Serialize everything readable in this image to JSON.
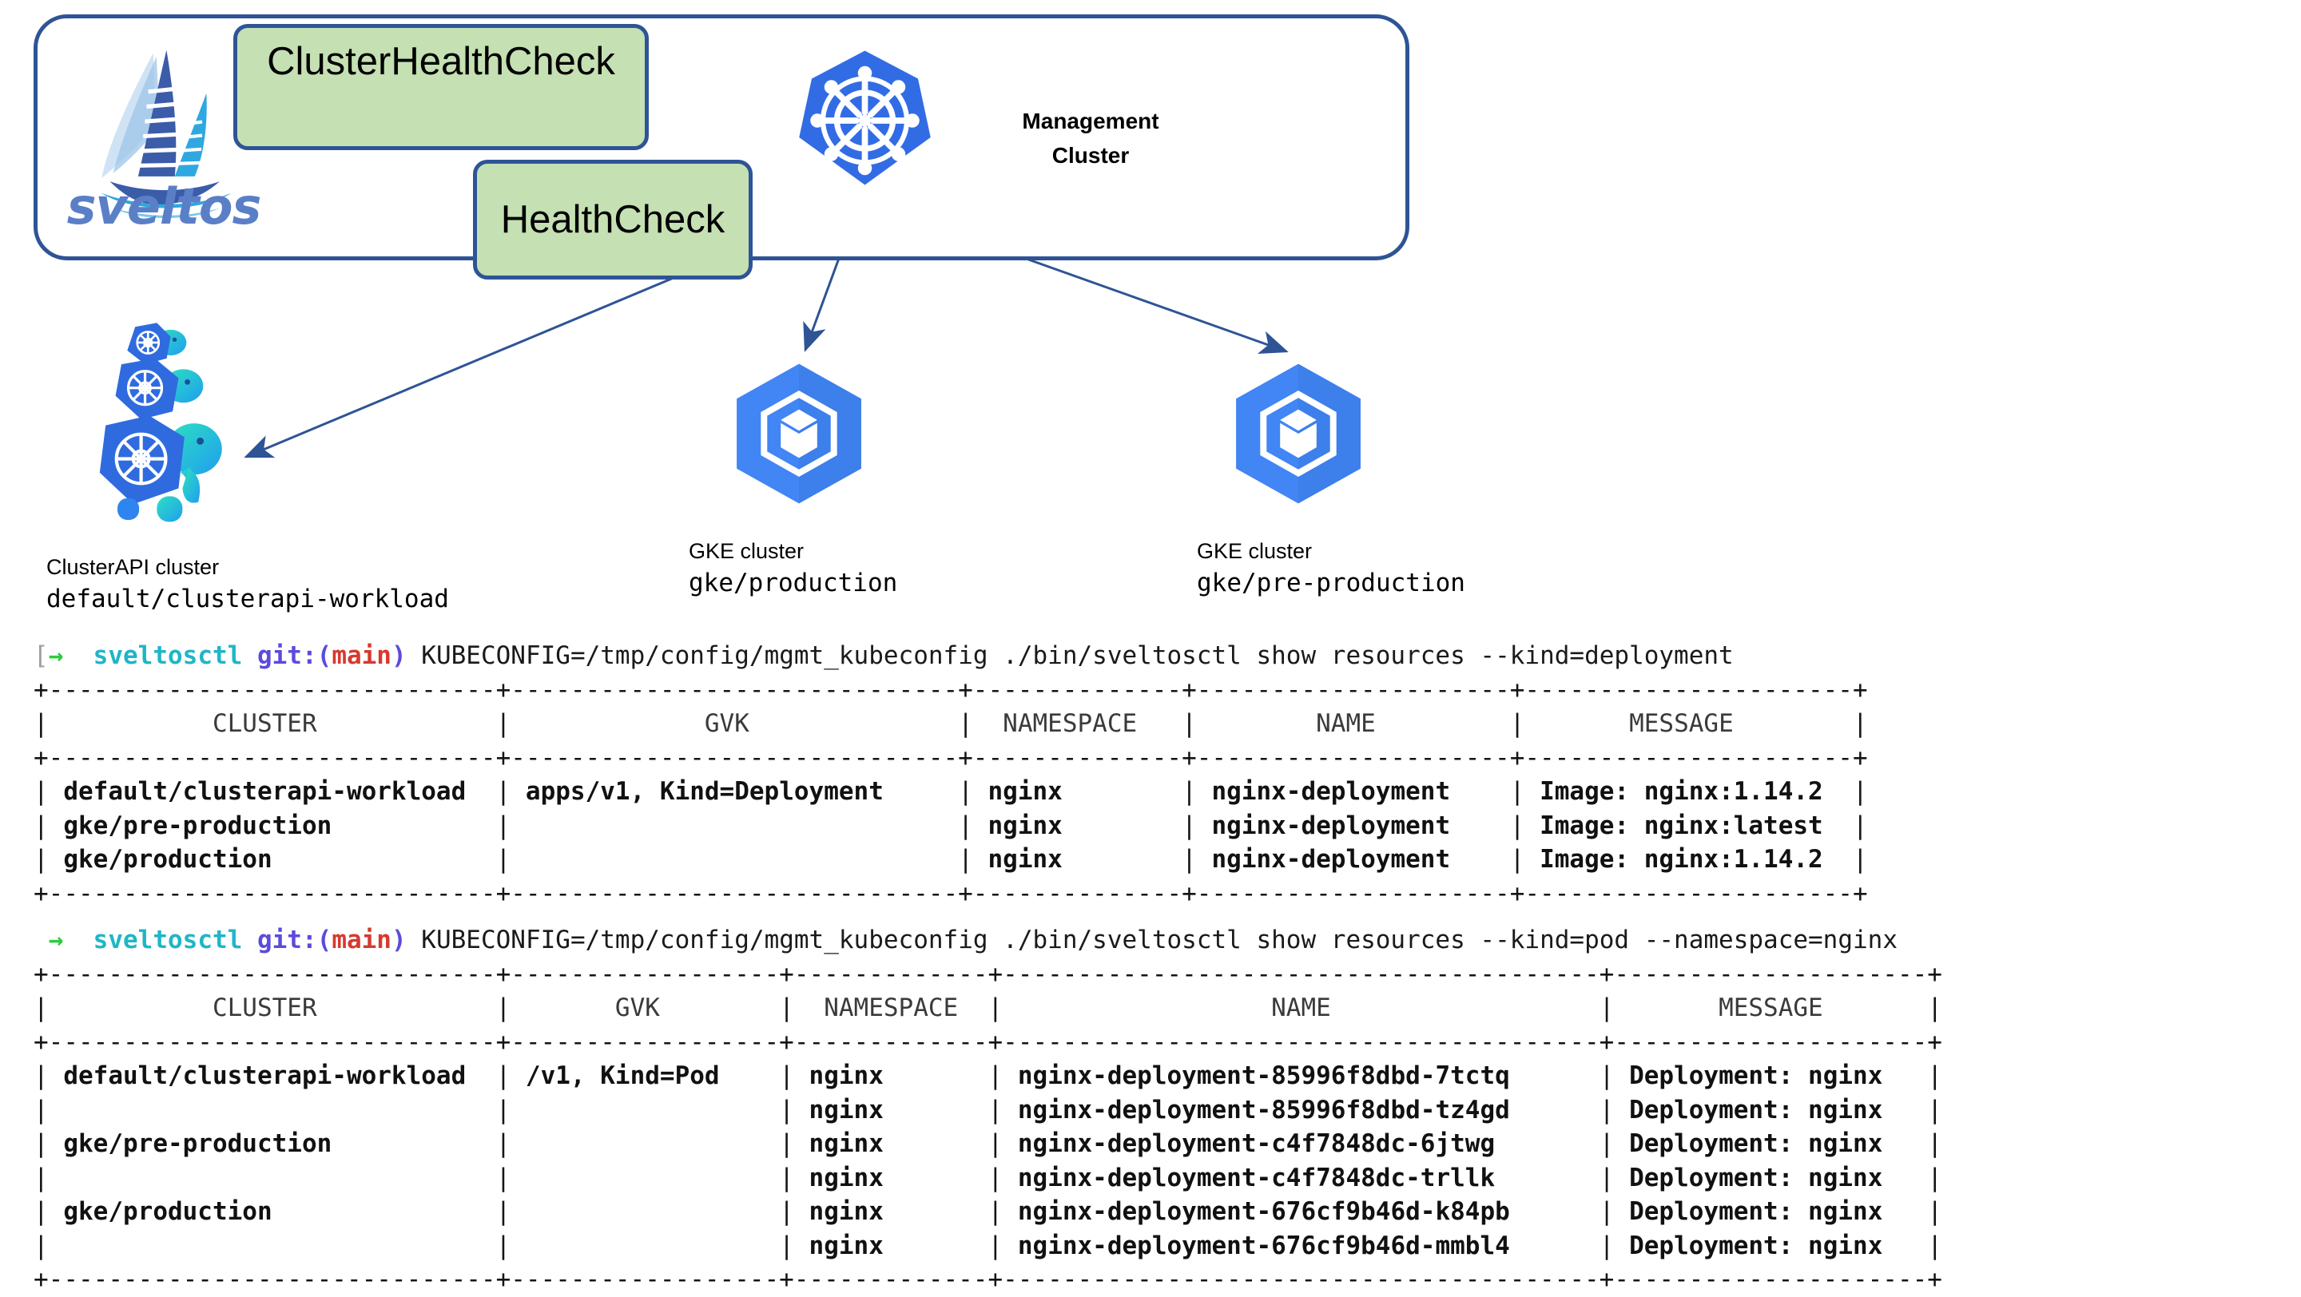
{
  "diagram": {
    "management_cluster": {
      "label_line1": "Management",
      "label_line2": "Cluster",
      "icon": "kubernetes-icon"
    },
    "brand": {
      "name": "sveltos",
      "icon": "sailboat-logo"
    },
    "boxes": [
      {
        "id": "clusterhealthcheck",
        "label": "ClusterHealthCheck"
      },
      {
        "id": "healthcheck",
        "label": "HealthCheck"
      }
    ],
    "clusters": [
      {
        "id": "clusterapi-workload",
        "kind": "ClusterAPI cluster",
        "name": "default/clusterapi-workload",
        "icon": "cluster-api-turtle-icon"
      },
      {
        "id": "gke-production",
        "kind": "GKE cluster",
        "name": "gke/production",
        "icon": "gke-hexagon-icon"
      },
      {
        "id": "gke-pre-production",
        "kind": "GKE cluster",
        "name": "gke/pre-production",
        "icon": "gke-hexagon-icon"
      }
    ],
    "colors": {
      "box_fill": "#c5e0b3",
      "box_border": "#2e5496",
      "arrow": "#4472c4",
      "connector": "#2e5496",
      "kubernetes_blue": "#326ce5",
      "gke_blue": "#4285f4",
      "capi_teal": "#2ee0c0",
      "sveltos_blue": "#5b7fc7"
    }
  },
  "terminal": {
    "prompt": {
      "bracket": "[",
      "arrow": "→",
      "app": "sveltosctl",
      "git_open": "git:(",
      "branch": "main",
      "git_close": ")"
    },
    "blocks": [
      {
        "id": "deployments",
        "command": " KUBECONFIG=/tmp/config/mgmt_kubeconfig ./bin/sveltosctl show resources --kind=deployment",
        "prompt_has_bracket": true,
        "table": {
          "columns": [
            "CLUSTER",
            "GVK",
            "NAMESPACE",
            "NAME",
            "MESSAGE"
          ],
          "widths": [
            30,
            30,
            14,
            21,
            22
          ],
          "rows": [
            [
              "default/clusterapi-workload",
              "apps/v1, Kind=Deployment",
              "nginx",
              "nginx-deployment",
              "Image: nginx:1.14.2"
            ],
            [
              "gke/pre-production",
              "",
              "nginx",
              "nginx-deployment",
              "Image: nginx:latest"
            ],
            [
              "gke/production",
              "",
              "nginx",
              "nginx-deployment",
              "Image: nginx:1.14.2"
            ]
          ]
        }
      },
      {
        "id": "pods",
        "command": " KUBECONFIG=/tmp/config/mgmt_kubeconfig ./bin/sveltosctl show resources --kind=pod --namespace=nginx",
        "prompt_has_bracket": false,
        "table": {
          "columns": [
            "CLUSTER",
            "GVK",
            "NAMESPACE",
            "NAME",
            "MESSAGE"
          ],
          "widths": [
            30,
            18,
            13,
            40,
            21
          ],
          "rows": [
            [
              "default/clusterapi-workload",
              "/v1, Kind=Pod",
              "nginx",
              "nginx-deployment-85996f8dbd-7tctq",
              "Deployment: nginx"
            ],
            [
              "",
              "",
              "nginx",
              "nginx-deployment-85996f8dbd-tz4gd",
              "Deployment: nginx"
            ],
            [
              "gke/pre-production",
              "",
              "nginx",
              "nginx-deployment-c4f7848dc-6jtwg",
              "Deployment: nginx"
            ],
            [
              "",
              "",
              "nginx",
              "nginx-deployment-c4f7848dc-trllk",
              "Deployment: nginx"
            ],
            [
              "gke/production",
              "",
              "nginx",
              "nginx-deployment-676cf9b46d-k84pb",
              "Deployment: nginx"
            ],
            [
              "",
              "",
              "nginx",
              "nginx-deployment-676cf9b46d-mmbl4",
              "Deployment: nginx"
            ]
          ]
        }
      }
    ]
  }
}
